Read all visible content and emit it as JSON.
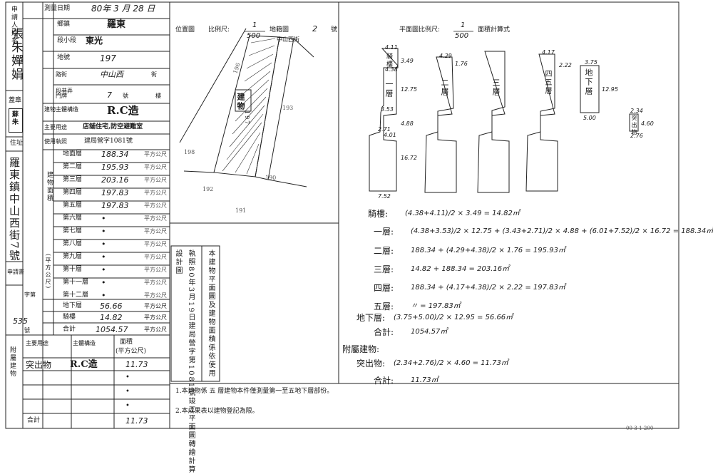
{
  "header": {
    "applicant_label": "申請人姓名",
    "survey_date_label": "測量日期",
    "survey_date": "80年 3 月 28 日",
    "township_label": "鄉鎮",
    "township": "羅東",
    "section_label": "段小段",
    "section": "東光",
    "lot_label": "地號",
    "lot_no": "197"
  },
  "applicant_name": "張朱嬋娟",
  "seal_label": "蓋章",
  "seal": "蘇朱",
  "address_label": "住址",
  "address": "羅東鎮中山西街7號",
  "building": {
    "road_label": "路街",
    "road": "中山西",
    "road_suffix": "街",
    "section_label": "段巷弄",
    "door_no_label": "門牌",
    "door_no": "7",
    "door_no_suffix": "號",
    "floor_suffix": "樓",
    "structure_label": "建物主體構造",
    "structure": "R.C造",
    "use_label": "主要用途",
    "use": "店舖住宅,防空避難室",
    "permit_label": "使用執照",
    "permit": "建局營字1081號"
  },
  "floors_unit": "平方公尺",
  "floors_group_label": "建物面積",
  "floors_unit_label": "(平方公尺)",
  "floors": [
    {
      "label": "地面層",
      "area": "188.34"
    },
    {
      "label": "第二層",
      "area": "195.93"
    },
    {
      "label": "第三層",
      "area": "203.16"
    },
    {
      "label": "第四層",
      "area": "197.83"
    },
    {
      "label": "第五層",
      "area": "197.83"
    },
    {
      "label": "第六層",
      "area": "•"
    },
    {
      "label": "第七層",
      "area": "•"
    },
    {
      "label": "第八層",
      "area": "•"
    },
    {
      "label": "第九層",
      "area": "•"
    },
    {
      "label": "第十層",
      "area": "•"
    },
    {
      "label": "第十一層",
      "area": "•"
    },
    {
      "label": "第十二層",
      "area": "•"
    }
  ],
  "basement": {
    "label": "地下層",
    "area": "56.66"
  },
  "arcade": {
    "label": "騎樓",
    "area": "14.82"
  },
  "total": {
    "label": "合計",
    "area": "1054.57"
  },
  "application_no_label": "申請書",
  "application_no_prefix": "字第",
  "application_no": "535",
  "application_no_suffix": "號",
  "attached": {
    "group_label": "附屬建物",
    "header_use": "主要用途",
    "header_structure": "主體構造",
    "header_area": "面積",
    "header_unit": "(平方公尺)",
    "item_use": "突出物",
    "item_structure": "R.C造",
    "item_area": "11.73",
    "blank_dot": "•",
    "total_label": "合計",
    "total_area": "11.73"
  },
  "site_plan": {
    "title": "位置圖",
    "scale_label": "比例尺:",
    "scale_num": "1",
    "scale_den": "500",
    "map_label": "地籍圖",
    "map_no": "2",
    "map_suffix": "號",
    "street": "中山西街",
    "bldg_mark": "建物",
    "lot_num": "197",
    "n1": "196",
    "n2": "193",
    "n3": "198",
    "n4": "192",
    "n5": "191",
    "n6": "190"
  },
  "notes_box": {
    "right_text": "本建物平面圖及建物面積係依使用",
    "left_text": "執照80年3月19日建局營字第1081號竣工平面圖轉繪計算",
    "design_text": "設計圖"
  },
  "floor_plan": {
    "title": "平面圖比例尺:",
    "scale_num": "1",
    "scale_den": "500",
    "calc_label": "面積計算式",
    "plan_labels": [
      "騎樓",
      "一層",
      "二層",
      "三層",
      "四五層",
      "地下層",
      "突出物"
    ],
    "dims": [
      "4.11",
      "4.38",
      "3.49",
      "12.75",
      "4.01",
      "7.52",
      "16.72",
      "4.88",
      "3.53",
      "2.71",
      "4.29",
      "1.76",
      "3.75",
      "5.00",
      "12.95",
      "2.34",
      "2.76",
      "4.60",
      "2.22",
      "4.17"
    ]
  },
  "calcs": [
    {
      "label": "騎樓:",
      "formula": "(4.38+4.11)/2 × 3.49 = 14.82㎡"
    },
    {
      "label": "一層:",
      "formula": "(4.38+3.53)/2 × 12.75 + (3.43+2.71)/2 × 4.88 + (6.01+7.52)/2 × 16.72 = 188.34㎡"
    },
    {
      "label": "二層:",
      "formula": "188.34 + (4.29+4.38)/2 × 1.76 = 195.93㎡"
    },
    {
      "label": "三層:",
      "formula": "14.82 + 188.34 = 203.16㎡"
    },
    {
      "label": "四層:",
      "formula": "188.34 + (4.17+4.38)/2 × 2.22 = 197.83㎡"
    },
    {
      "label": "五層:",
      "formula": "〃          = 197.83㎡"
    },
    {
      "label": "地下層:",
      "formula": "(3.75+5.00)/2 × 12.95 = 56.66㎡"
    },
    {
      "label": "合計:",
      "formula": "1054.57㎡"
    },
    {
      "label": "附屬建物:",
      "formula": ""
    },
    {
      "label": "突出物:",
      "formula": "(2.34+2.76)/2 × 4.60 = 11.73㎡"
    },
    {
      "label": "合計:",
      "formula": "11.73㎡"
    }
  ],
  "footer_notes": [
    "1.本建物係  五  層建物本件僅測量第一至五地下層部份。",
    "2.本成果表以建物登記為限。"
  ],
  "corner_code": "00-3-1-200"
}
